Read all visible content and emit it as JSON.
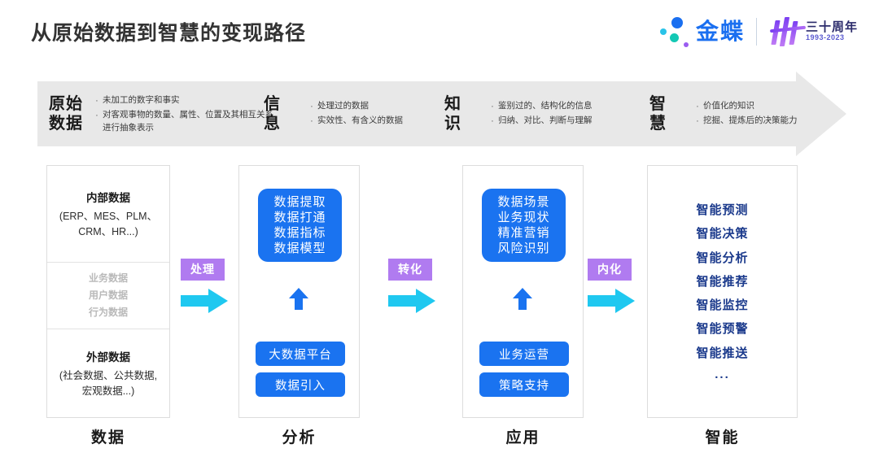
{
  "header": {
    "title": "从原始数据到智慧的变现路径",
    "logo": {
      "brand": "金蝶",
      "anniversary_cn": "三十周年",
      "anniversary_years": "1993-2023"
    }
  },
  "band": {
    "stages": [
      {
        "title": "原始\n数据",
        "title_line1": "原始",
        "title_line2": "数据",
        "bullets": [
          "未加工的数字和事实",
          "对客观事物的数量、属性、位置及其相互关系进行抽象表示"
        ]
      },
      {
        "title_line1": "信",
        "title_line2": "息",
        "bullets": [
          "处理过的数据",
          "实效性、有含义的数据"
        ]
      },
      {
        "title_line1": "知",
        "title_line2": "识",
        "bullets": [
          "鉴别过的、结构化的信息",
          "归纳、对比、判断与理解"
        ]
      },
      {
        "title_line1": "智",
        "title_line2": "慧",
        "bullets": [
          "价值化的知识",
          "挖掘、提炼后的决策能力"
        ]
      }
    ],
    "bullet_marker": "·"
  },
  "columns": [
    {
      "label": "数据",
      "internal_heading": "内部数据",
      "internal_sub": "(ERP、MES、PLM、\nCRM、HR...)",
      "internal_sub_l1": "(ERP、MES、PLM、",
      "internal_sub_l2": "CRM、HR...)",
      "middle_items": [
        "业务数据",
        "用户数据",
        "行为数据"
      ],
      "external_heading": "外部数据",
      "external_sub_l1": "(社会数据、公共数据,",
      "external_sub_l2": "宏观数据...)"
    },
    {
      "label": "分析",
      "main_box": [
        "数据提取",
        "数据打通",
        "数据指标",
        "数据模型"
      ],
      "pills": [
        "大数据平台",
        "数据引入"
      ]
    },
    {
      "label": "应用",
      "main_box": [
        "数据场景",
        "业务现状",
        "精准营销",
        "风险识别"
      ],
      "pills": [
        "业务运营",
        "策略支持"
      ]
    },
    {
      "label": "智能",
      "items": [
        "智能预测",
        "智能决策",
        "智能分析",
        "智能推荐",
        "智能监控",
        "智能预警",
        "智能推送"
      ],
      "ellipsis": "..."
    }
  ],
  "connectors": [
    {
      "label": "处理"
    },
    {
      "label": "转化"
    },
    {
      "label": "内化"
    }
  ],
  "colors": {
    "brand_blue": "#1a73f0",
    "band_grey": "#e8e8e8",
    "connector_purple": "#b07bf0",
    "arrow_cyan": "#1fc8f0",
    "navy": "#1b3a8c"
  }
}
